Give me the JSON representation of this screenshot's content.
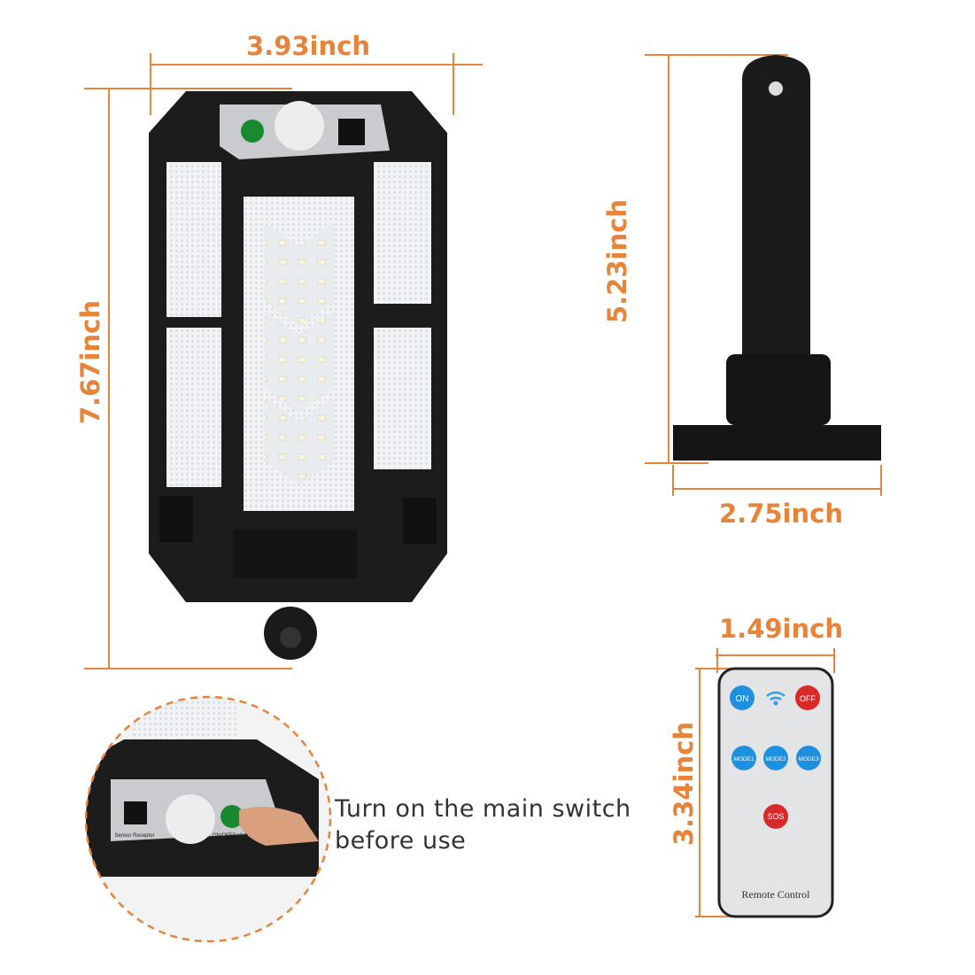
{
  "dimensions": {
    "light_width": "3.93inch",
    "light_height": "7.67inch",
    "bracket_height": "5.23inch",
    "bracket_width": "2.75inch",
    "remote_width": "1.49inch",
    "remote_height": "3.34inch"
  },
  "caption": {
    "line1": "Turn on the main switch",
    "line2": "before use"
  },
  "remote": {
    "buttons": [
      "ON",
      "OFF",
      "MODE1",
      "MODE2",
      "MODE3",
      "SOS"
    ],
    "label": "Remote Control"
  },
  "light_panel": {
    "switch_label": "ON/OFFSwitch",
    "receptor_label": "Sensor Receptor"
  },
  "colors": {
    "dimension": "#e8843a",
    "housing": "#1c1c1c",
    "remote_blue": "#1e90e0",
    "remote_red": "#d92a2a",
    "switch_green": "#1a8a30"
  }
}
